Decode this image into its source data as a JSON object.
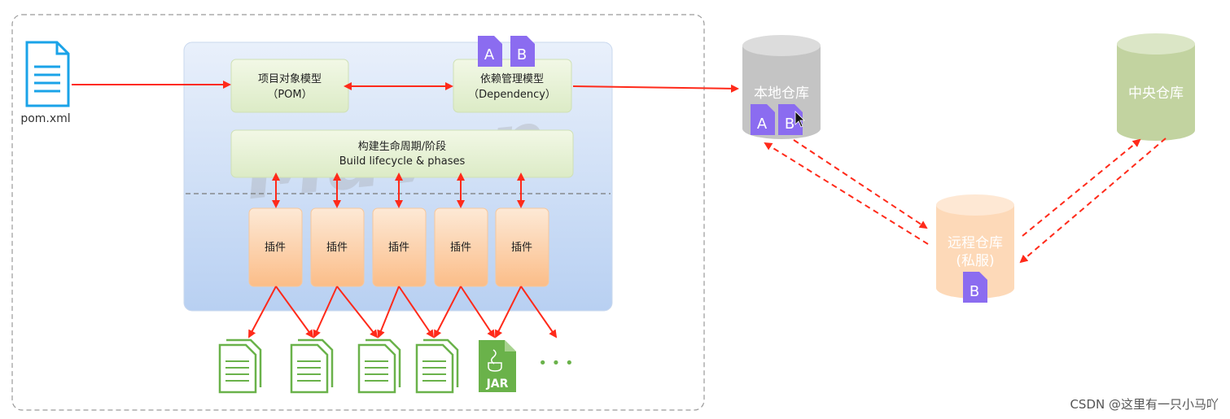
{
  "pom_file": {
    "label": "pom.xml",
    "icon": "document-icon"
  },
  "pom_model": {
    "line1": "项目对象模型",
    "line2": "（POM）"
  },
  "dependency_model": {
    "line1": "依赖管理模型",
    "line2": "（Dependency）",
    "badges": [
      "A",
      "B"
    ]
  },
  "lifecycle": {
    "line1": "构建生命周期/阶段",
    "line2": "Build lifecycle & phases"
  },
  "watermark_logo": "Maven",
  "plugins": [
    "插件",
    "插件",
    "插件",
    "插件",
    "插件"
  ],
  "outputs": {
    "icons": [
      "document-icon",
      "document-icon",
      "document-icon",
      "document-icon",
      "jar-file-icon"
    ],
    "jar_label": "JAR",
    "more": "• • •"
  },
  "repositories": {
    "local": {
      "label": "本地仓库",
      "badges": [
        "A",
        "B"
      ],
      "color": "#c4c4c4"
    },
    "central": {
      "label": "中央仓库",
      "color": "#c2d3a0"
    },
    "remote": {
      "line1": "远程仓库",
      "line2": "(私服)",
      "badges": [
        "B"
      ],
      "color": "#fdd9b8"
    }
  },
  "footer_watermark": "CSDN @这里有一只小马吖",
  "colors": {
    "arrow": "#ff2a1a",
    "badge": "#8b6cf0",
    "doc_green": "#6ab24a",
    "doc_blue": "#1aa3e8"
  }
}
